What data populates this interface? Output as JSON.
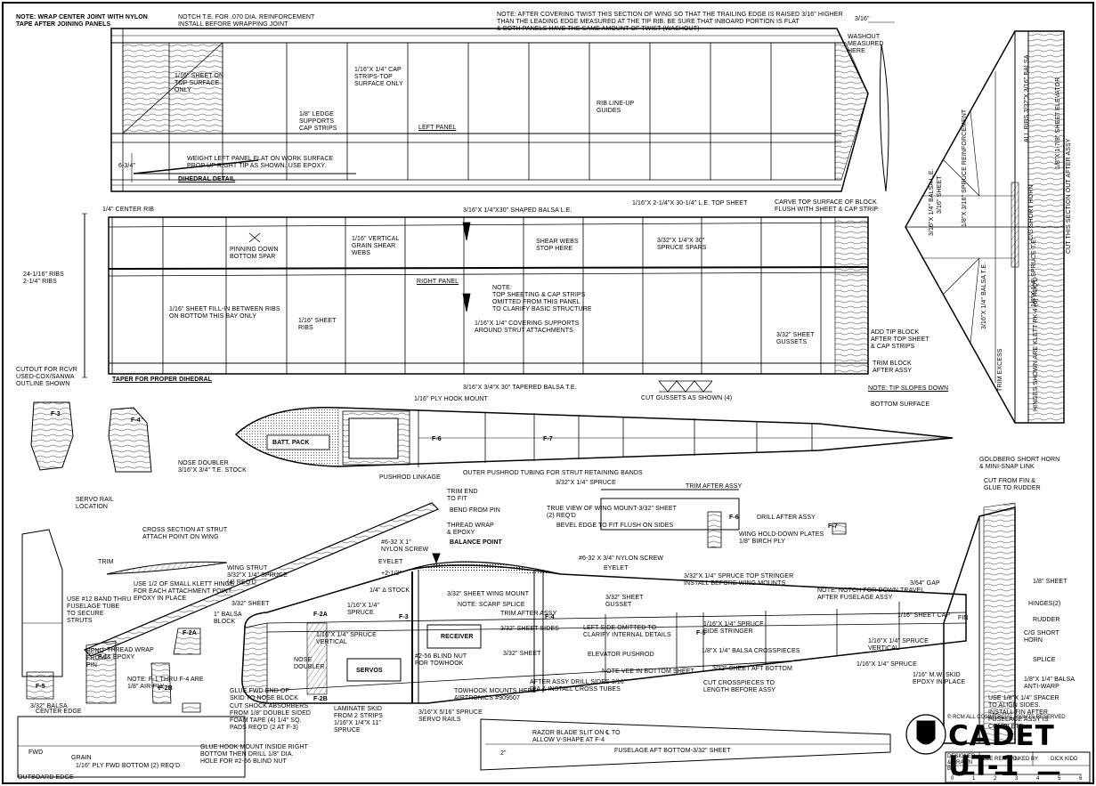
{
  "title": "CADET UT-1",
  "copyright": "© RCM ALL COMMERCIAL RIGHTS RESERVED",
  "title_block": {
    "designed_label": "DESIGNED & DRAWN BY",
    "designer": "LEE RENAUD",
    "inked_label": "INKED BY",
    "inker": "DICK KIDD",
    "scale_numbers": [
      "0",
      "1",
      "2",
      "3",
      "4",
      "5",
      "6"
    ]
  },
  "notes": {
    "n01": "NOTE: WRAP CENTER JOINT WITH NYLON\nTAPE AFTER JOINING PANELS",
    "n02": "NOTCH T.E. FOR .070 DIA. REINFORCEMENT\nINSTALL BEFORE WRAPPING JOINT",
    "n03": "NOTE: AFTER COVERING TWIST THIS SECTION OF WING SO THAT THE TRAILING EDGE IS RAISED 3/16\" HIGHER\nTHAN THE LEADING EDGE MEASURED AT THE TIP RIB. BE SURE THAT INBOARD PORTION IS FLAT\n& BOTH PANELS HAVE THE SAME AMOUNT OF TWIST (WASHOUT)",
    "n04": "3/16\"",
    "n05": "WASHOUT\nMEASURED\nHERE",
    "n06": "1/16\" SHEET ON\nTOP SURFACE\nONLY",
    "n07": "1/16\"X 1/4\" CAP\nSTRIPS-TOP\nSURFACE ONLY",
    "n08": "1/8\" LEDGE\nSUPPORTS\nCAP STRIPS",
    "n09": "RIB LINE-UP\nGUIDES",
    "n10": "LEFT PANEL",
    "n11": "WEIGHT LEFT PANEL FLAT ON WORK SURFACE\nPROP UP RIGHT TIP AS SHOWN. USE EPOXY.",
    "n12": "6-3/4\"",
    "n13": "DIHEDRAL DETAIL",
    "n14": "1/16\"X 2-1/4\"X 30-1/4\" L.E. TOP SHEET",
    "n15": "CARVE TOP SURFACE OF BLOCK\nFLUSH WITH SHEET & CAP STRIP",
    "n16": "1/4\" CENTER RIB",
    "n17": "3/16\"X 1/4\"X30\" SHAPED BALSA L.E.",
    "n18": "PINNING DOWN\nBOTTOM SPAR",
    "n19": "1/16\" VERTICAL\nGRAIN SHEAR\nWEBS",
    "n20": "SHEAR WEBS\nSTOP HERE",
    "n21": "3/32\"X 1/4\"X 30\"\nSPRUCE SPARS",
    "n22": "24-1/16\" RIBS\n2-1/4\" RIBS",
    "n23": "RIGHT PANEL",
    "n24": "NOTE:\nTOP SHEETING & CAP STRIPS\nOMITTED FROM THIS PANEL\nTO CLARIFY BASIC STRUCTURE",
    "n25": "1/16\" SHEET FILL-IN BETWEEN RIBS\nON BOTTOM THIS BAY ONLY",
    "n26": "1/16\" SHEET\nRIBS",
    "n27": "1/16\"X 1/4\" COVERING SUPPORTS\nAROUND STRUT ATTACHMENTS",
    "n28": "3/32\" SHEET\nGUSSETS",
    "n29": "ADD TIP BLOCK\nAFTER TOP SHEET\n& CAP STRIPS",
    "n30": "TRIM BLOCK\nAFTER ASSY",
    "n31": "CUTOUT FOR RCVR\nUSED-COX/SANWA\nOUTLINE SHOWN",
    "n32": "TAPER FOR PROPER DIHEDRAL",
    "n33": "3/16\"X 3/4\"X 30\" TAPERED BALSA T.E.",
    "n34": "CUT GUSSETS AS SHOWN (4)",
    "n35": "NOTE: TIP SLOPES DOWN",
    "n36": "BOTTOM SURFACE",
    "n37": "1/16\" PLY HOOK MOUNT",
    "n38": "BATT. PACK",
    "n39": "NOSE DOUBLER\n3/16\"X 3/4\" T.E. STOCK",
    "n40": "PUSHROD LINKAGE",
    "n41": "OUTER PUSHROD TUBING FOR STRUT RETAINING BANDS",
    "n42": "GOLDBERG SHORT HORN\n& MINI-SNAP LINK",
    "n43": "SERVO RAIL\nLOCATION",
    "n44": "TRIM END\nTO FIT",
    "n45": "BEND FROM PIN",
    "n46": "THREAD WRAP\n& EPOXY",
    "n47": "3/32\"X 1/4\" SPRUCE",
    "n48": "TRIM AFTER ASSY",
    "n49": "TRUE VIEW OF WING MOUNT-3/32\" SHEET\n(2) REQ'D",
    "n50": "BEVEL EDGE TO FIT FLUSH ON SIDES",
    "n51": "DRILL AFTER ASSY",
    "n52": "WING HOLD-DOWN PLATES\n1/8\" BIRCH PLY",
    "n53": "CUT FROM FIN &\nGLUE TO RUDDER",
    "n54": "CROSS SECTION AT STRUT\nATTACH POINT ON WING",
    "n55": "TRIM",
    "n56": "USE 1/2 OF SMALL KLETT HINGE\nFOR EACH ATTACHMENT POINT.\nEPOXY IN PLACE",
    "n57": "WING STRUT\n3/32\"X 1/4\" SPRUCE\n(4) REQ'D",
    "n58": "USE #12 BAND THRU\nFUSELAGE TUBE\nTO SECURE\nSTRUTS",
    "n59": "BEND\nFROM\nPIN",
    "n60": "THREAD WRAP\n& EPOXY",
    "n61": "#6-32 X 1\"\nNYLON SCREW",
    "n62": "BALANCE POINT",
    "n63": "#6-32 X 3/4\" NYLON SCREW",
    "n64": "EYELET",
    "n65": "EYELET",
    "n66": "+2-1/2\"",
    "n67": "1/4\" Δ STOCK",
    "n68": "3/32\" SHEET WING MOUNT",
    "n69": "3/32\" SHEET\nGUSSET",
    "n70": "3/32\"X 1/4\" SPRUCE TOP STRINGER\nINSTALL BEFORE WING MOUNTS",
    "n71": "NOTE: NOTCH FOR DOWN TRAVEL\nAFTER FUSELAGE ASSY",
    "n72": "NOTE: SCARF SPLICE",
    "n73": "TRIM AFTER ASSY",
    "n74": "3/32\" SHEET",
    "n75": "1\" BALSA\nBLOCK",
    "n76": "1/16\"X 1/4\"\nSPRUCE",
    "n77": "1/16\"X 1/4\" SPRUCE\nVERTICAL",
    "n78": "NOSE\nDOUBLER",
    "n79": "RECEIVER",
    "n80": "SERVOS",
    "n81": "3/32\" SHEET SIDES",
    "n82": "LEFT SIDE OMITTED TO\nCLARIFY INTERNAL DETAILS",
    "n83": "1/16\"X 1/4\" SPRUCE\nSIDE STRINGER",
    "n84": "3/32\" SHEET",
    "n85": "#2-56 BLIND NUT\nFOR TOWHOOK",
    "n86": "ELEVATOR PUSHROD",
    "n87": "1/8\"X 1/4\" BALSA CROSSPIECES",
    "n88": "1/16\"X 1/4\" SPRUCE\nVERTICAL",
    "n89": "3/32\" SHEET AFT BOTTOM",
    "n90": "NOTE: F-1 THRU F-4 ARE\n1/8\" AIR-PLY",
    "n91": "GLUE FWD END OF\nSKID TO NOSE BLOCK",
    "n92": "CUT SHOCK ABSORBERS\nFROM 1/8\" DOUBLE SIDED\nFOAM TAPE (4) 1/4\" SQ.\nPADS REQ'D (2 AT F-3)",
    "n93": "LAMINATE SKID\nFROM 2 STRIPS\n1/16\"X 1/4\"X 11\"\nSPRUCE",
    "n94": "3/16\"X 5/16\" SPRUCE\nSERVO RAILS",
    "n95": "AFTER ASSY DRILL SIDES 3/16\"\nDIA & INSTALL CROSS TUBES",
    "n96": "TOWHOOK MOUNTS HERE\nAIRTRONICS #909507",
    "n97": "NOTE VEE IN BOTTOM SHEET",
    "n98": "CUT CROSSPIECES TO\nLENGTH BEFORE ASSY",
    "n99": "1/16\"X 1/4\" SPRUCE",
    "n100": "1/16\" M.W. SKID\nEPOXY IN PLACE",
    "n101": "USE 1/8\"X 1/4\" SPACER\nTO ALIGN SIDES.\nINSTALL FIN AFTER\nFUSELAGE ASSY IS\nCOMPLETE",
    "n102": "1/8\"X 1/4\" BALSA\nANTI-WARP",
    "n103": "3/64\" GAP",
    "n104": "1/8\" SHEET",
    "n105": "HINGES(2)",
    "n106": "RUDDER",
    "n107": "C/G SHORT\nHORN",
    "n108": "SPLICE",
    "n109": "FIN",
    "n110": "1/16\" SHEET CAP",
    "n111": "CENTER EDGE",
    "n112": "FWD",
    "n113": "GRAIN",
    "n114": "OUTBOARD EDGE",
    "n115": "GLUE HOOK MOUNT INSIDE RIGHT\nBOTTOM THEN DRILL 1/8\" DIA.\nHOLE FOR #2-56 BLIND NUT",
    "n116": "1/16\" PLY FWD BOTTOM (2) REQ'D",
    "n117": "RAZOR BLADE SLIT ON ℄ TO\nALLOW V-SHAPE AT F-4",
    "n118": "FUSELAGE AFT BOTTOM-3/32\" SHEET",
    "n119": "2\"",
    "n120": "3/32\" BALSA",
    "n121": "ALL RIBS 3/32\"X\n3/16\" BALSA",
    "n122": "1/8\"X 1-7/8\" SHEET ELEVATOR",
    "n123": "3/16\"X 1/4\" BALSA L.E.",
    "n124": "1/8\"X 3/16\" SPRUCE\nREINFORCEMENT",
    "n125": "3/16\"\nSHEET",
    "n126": "C/G\nSHORT\nHORN",
    "n127": "CUT THIS SECTION\nOUT AFTER ASSY",
    "n128": "3/16\"X 1/4\"\nBALSA T.E.",
    "n129": "1/8\"X 1/4\"\nSPRUCE T.E.",
    "n130": "HINGES SHOWN ARE\nKLETT RK-4 (6) REQ'D",
    "n131": "TRIM EXCESS"
  },
  "former_labels": [
    "F-3",
    "F-4",
    "F-1",
    "F-2A",
    "F-2B",
    "F-5",
    "F-6",
    "F-7",
    "F-2A",
    "F-2B",
    "F-3",
    "F-4",
    "F-5",
    "F-6",
    "F-7"
  ]
}
